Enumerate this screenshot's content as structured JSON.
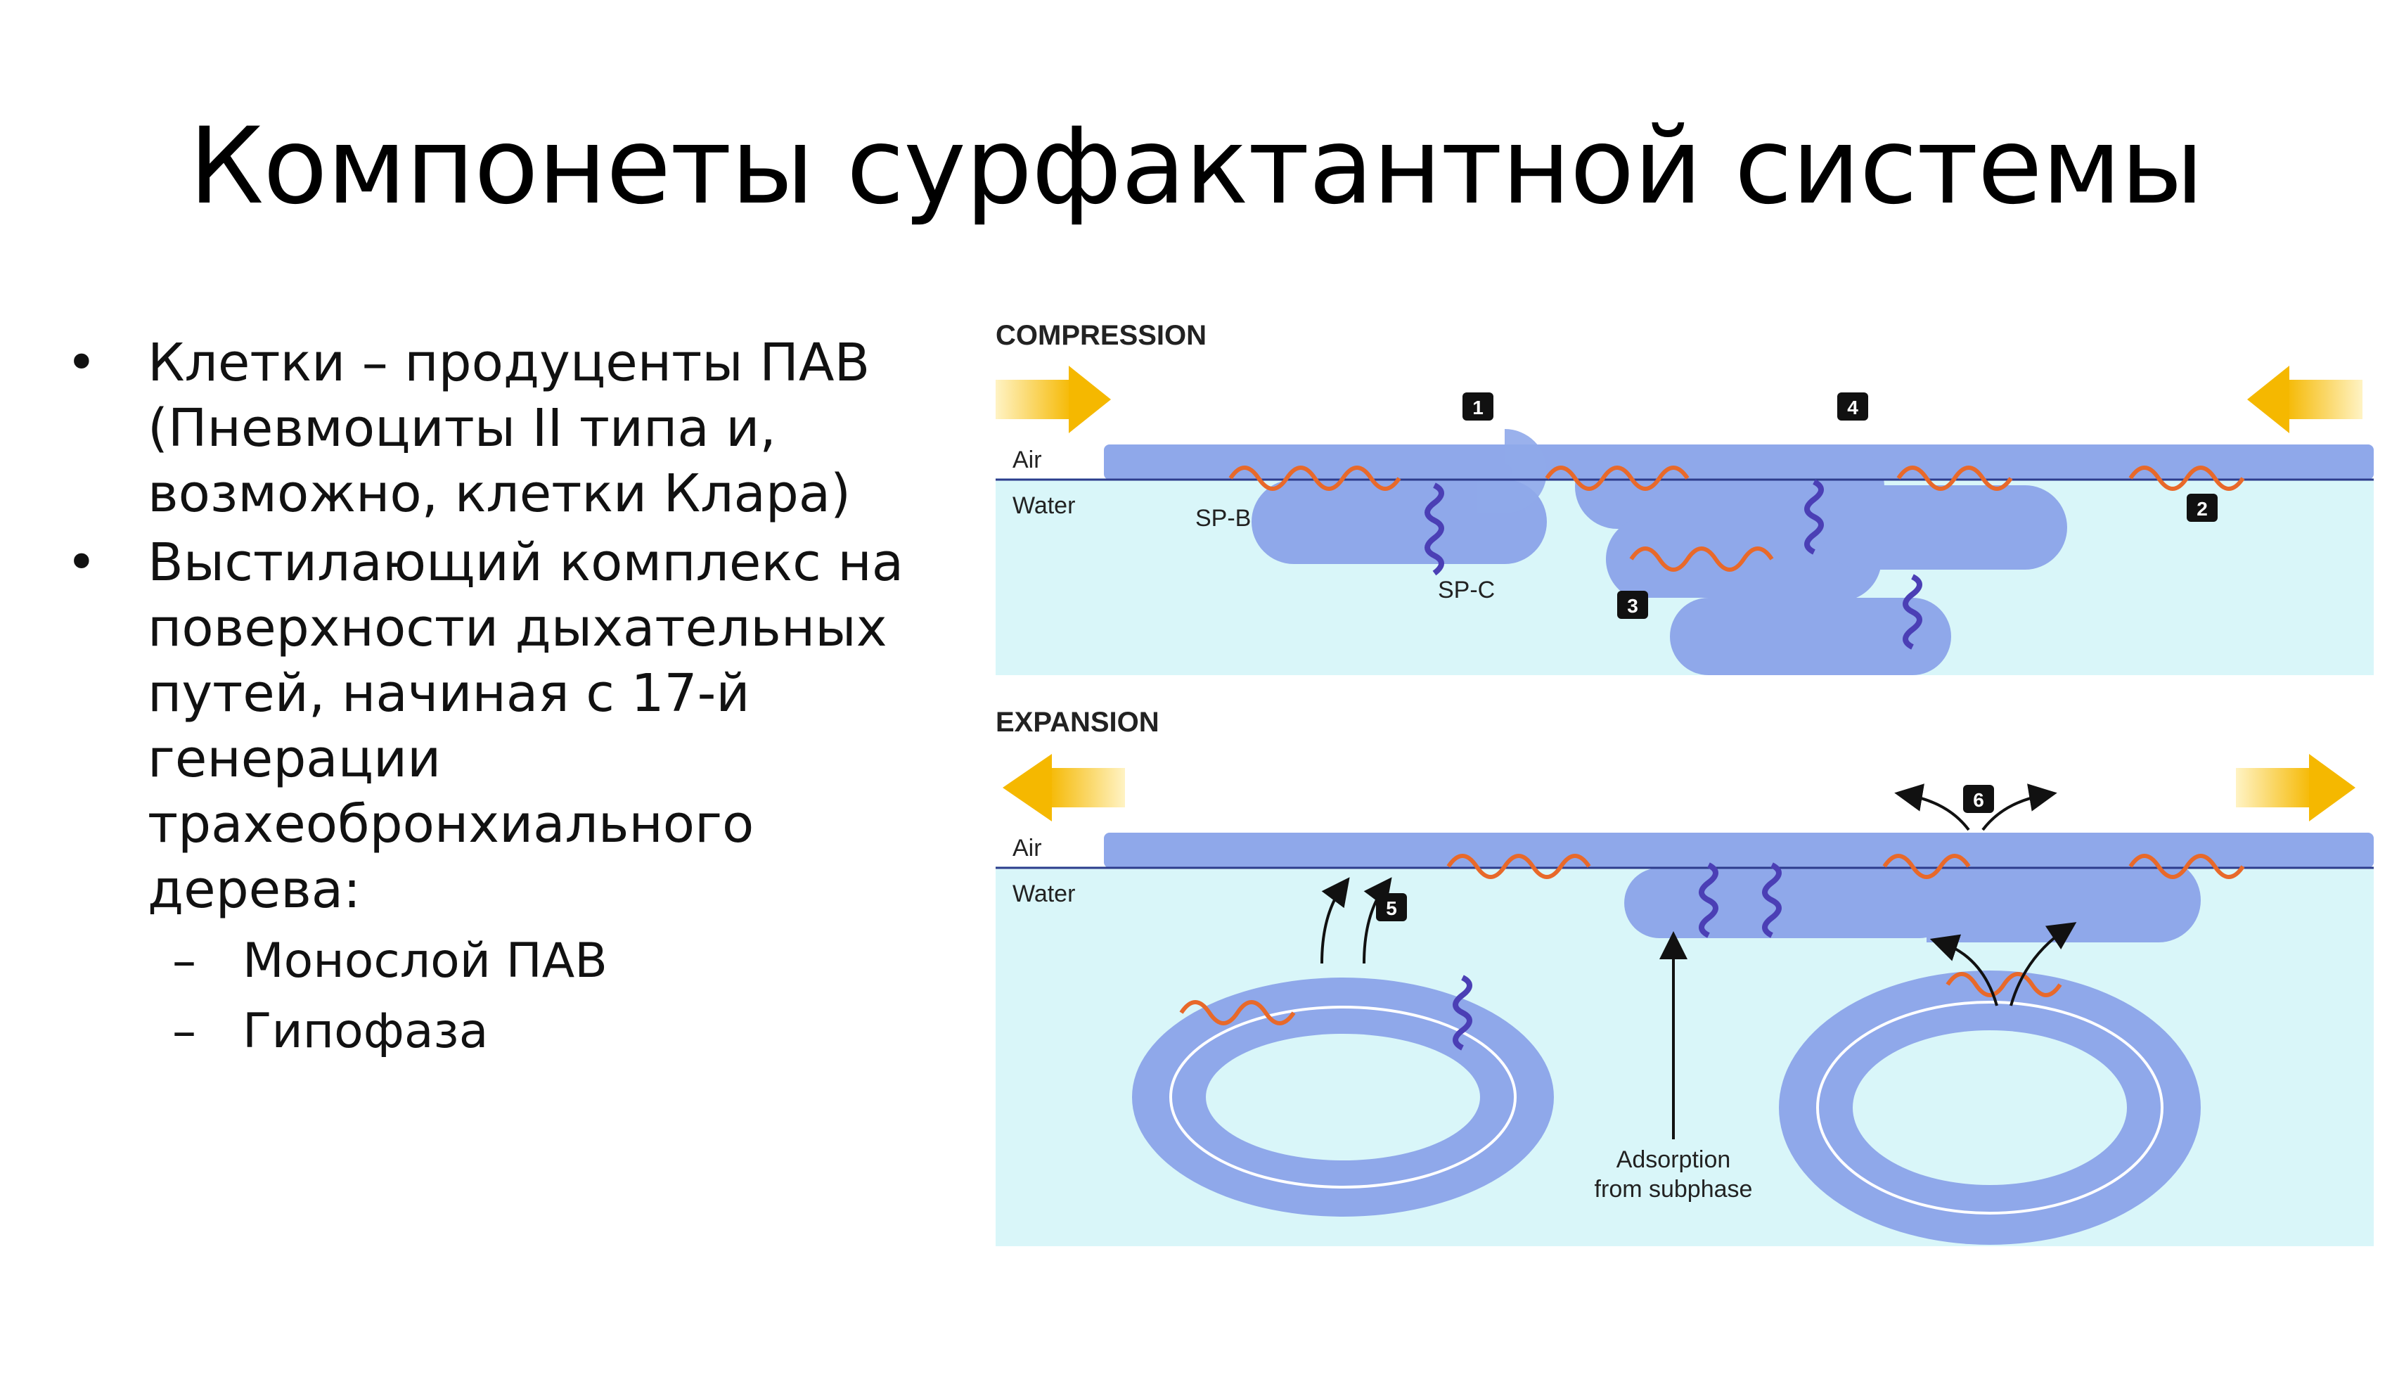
{
  "slide": {
    "title": "Компонеты сурфактантной системы",
    "bullets": [
      {
        "text": "Клетки – продуценты ПАВ (Пневмоциты II типа и, возможно, клетки Клара)"
      },
      {
        "text": "Выстилающий комплекс на поверхности дыхательных путей, начиная с 17-й генерации трахеобронхиального дерева:"
      }
    ],
    "sub_bullets": [
      {
        "text": "Монослой ПАВ"
      },
      {
        "text": "Гипофаза"
      }
    ]
  },
  "figure": {
    "compression": {
      "heading": "COMPRESSION",
      "air_label": "Air",
      "water_label": "Water",
      "spb_label": "SP-B",
      "spc_label": "SP-C",
      "steps": [
        "1",
        "2",
        "3",
        "4"
      ]
    },
    "expansion": {
      "heading": "EXPANSION",
      "air_label": "Air",
      "water_label": "Water",
      "steps": [
        "5",
        "6"
      ],
      "adsorption_line1": "Adsorption",
      "adsorption_line2": "from subphase"
    },
    "colors": {
      "water": "#d9f6f9",
      "film": "#8fa8ea",
      "surface_line": "#2d3c8c",
      "spb": "#e8692a",
      "spc": "#4b3fb5",
      "arrow_fill": "#f5b800",
      "badge": "#111111"
    }
  }
}
